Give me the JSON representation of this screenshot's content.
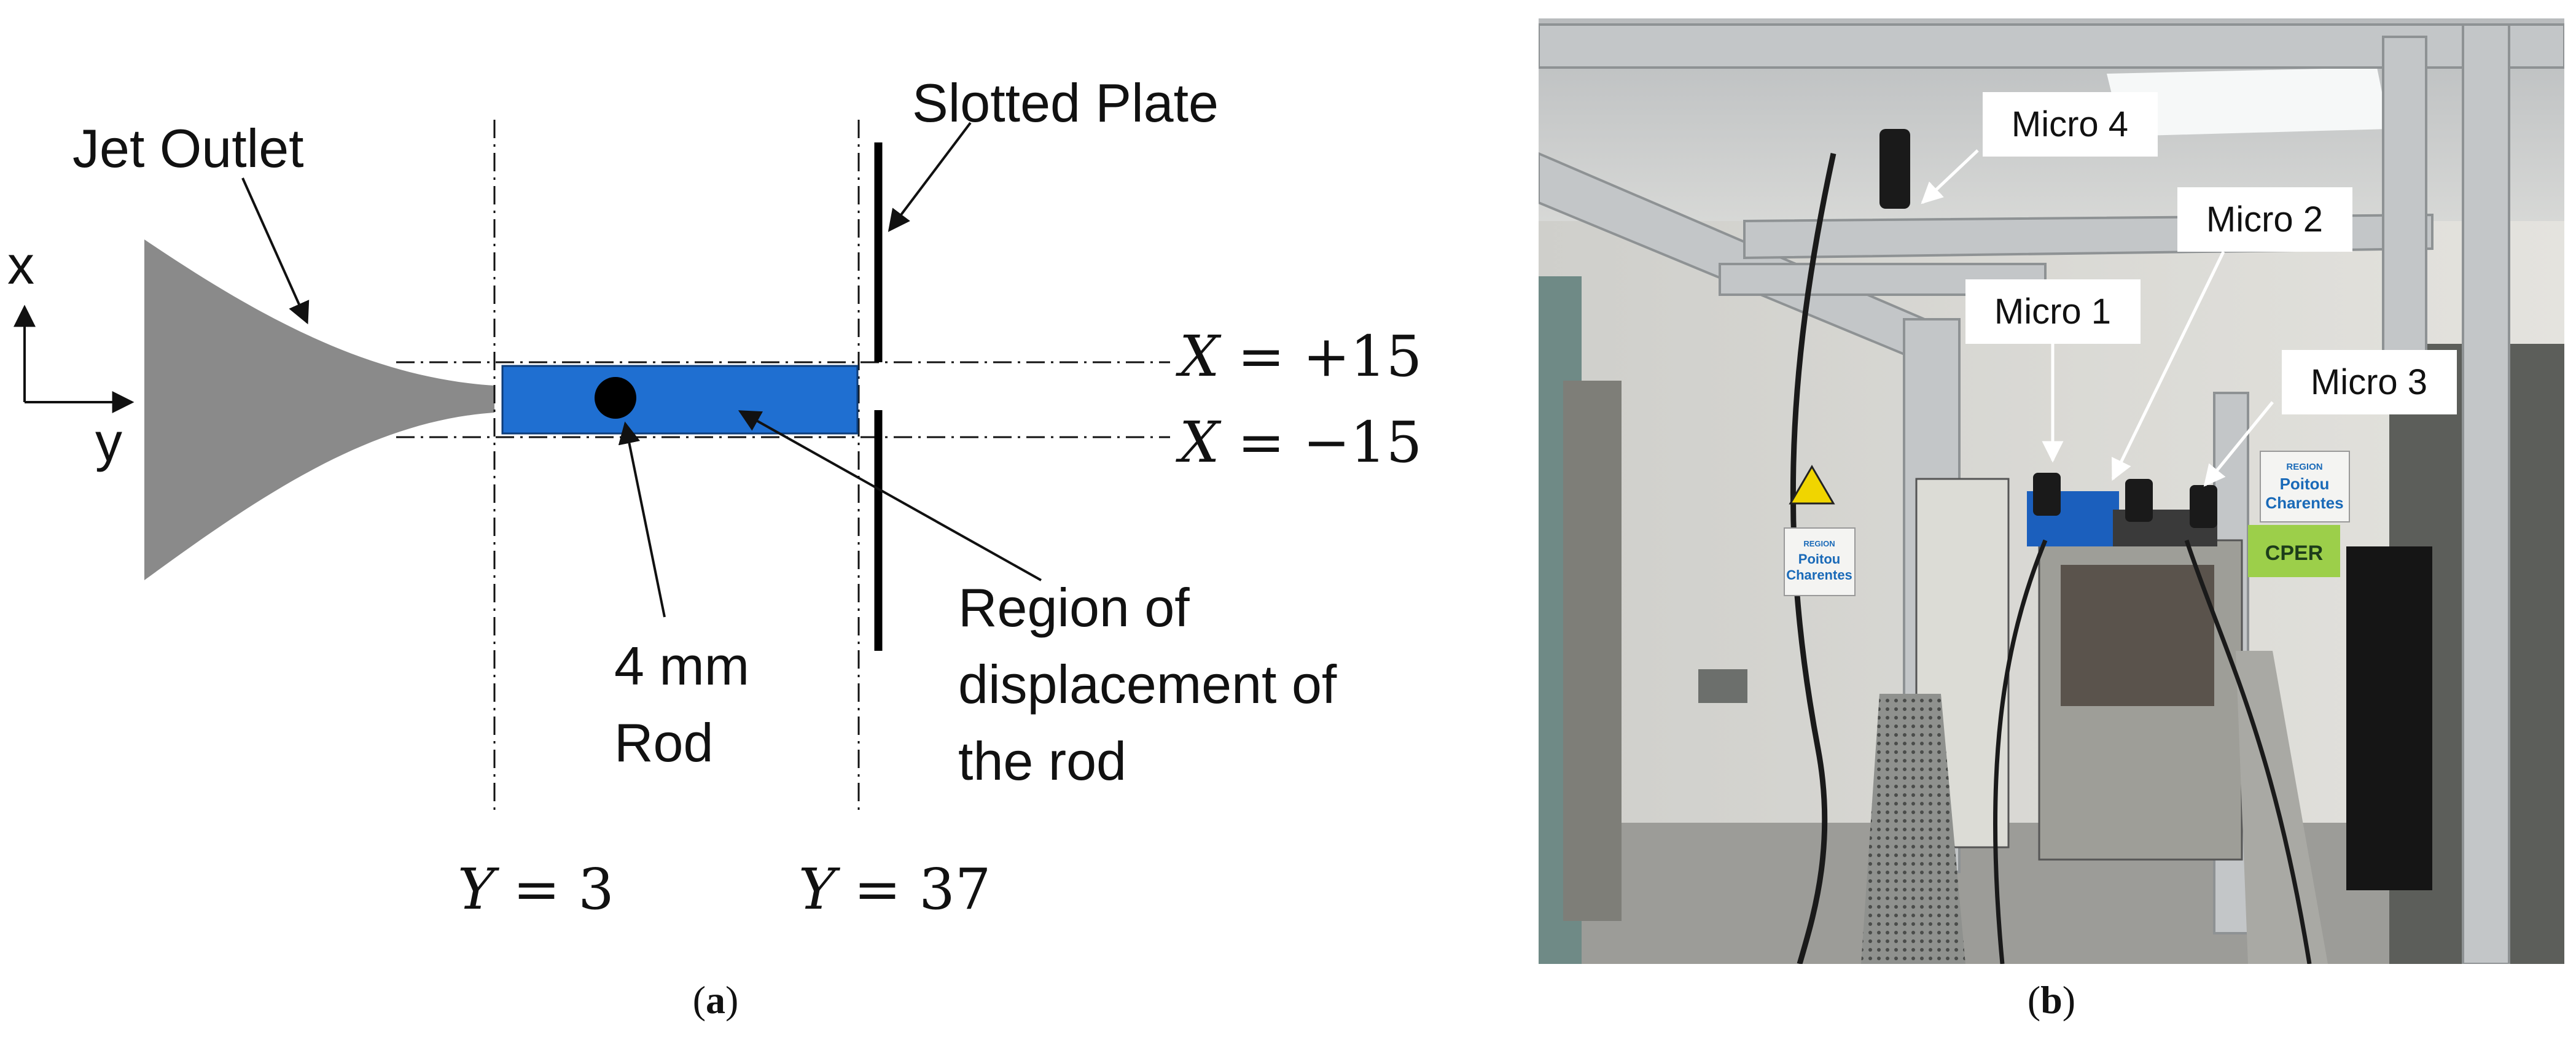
{
  "panel_a": {
    "axis_x": "x",
    "axis_y": "y",
    "jet_outlet": "Jet Outlet",
    "slotted_plate": "Slotted Plate",
    "rod_line1": "4 mm",
    "rod_line2": "Rod",
    "region_line1": "Region of",
    "region_line2": "displacement of",
    "region_line3": "the rod",
    "x_plus_var": "X",
    "x_plus_rest": " = +15",
    "x_minus_var": "X",
    "x_minus_rest": " = −15",
    "y3_var": "Y",
    "y3_rest": " = 3",
    "y37_var": "Y",
    "y37_rest": " = 37",
    "caption_open": "(",
    "caption_letter": "a",
    "caption_close": ")"
  },
  "panel_b": {
    "micro1": "Micro 1",
    "micro2": "Micro 2",
    "micro3": "Micro 3",
    "micro4": "Micro 4",
    "sign_region_line1": "REGION",
    "sign_region_line2": "Poitou",
    "sign_region_line3": "Charentes",
    "sign_cper": "CPER",
    "caption_open": "(",
    "caption_letter": "b",
    "caption_close": ")"
  },
  "colors": {
    "region_fill": "#1f6fd1",
    "nozzle_fill": "#8a8a8a",
    "ink": "#111111"
  }
}
